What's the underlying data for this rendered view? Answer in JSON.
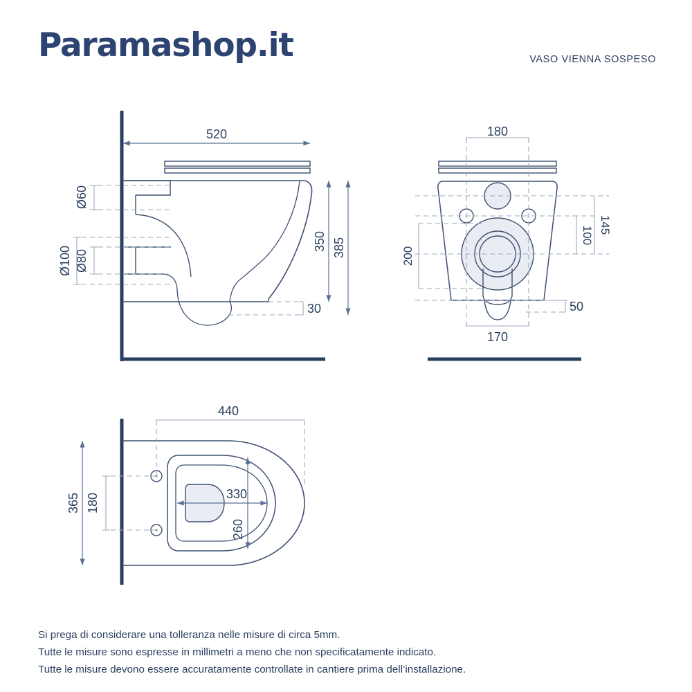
{
  "header": {
    "brand": "Paramashop.it",
    "product_title": "VASO VIENNA SOSPESO"
  },
  "colors": {
    "navy_dark": "#2a3f5f",
    "brand_blue": "#2d4371",
    "line_medium": "#3c5070",
    "dim_line": "#5a6f92",
    "dashed": "#9aa8bd",
    "fill_light": "#e9ecf2"
  },
  "views": {
    "side": {
      "name": "Side elevation",
      "dimensions": {
        "width_overall": "520",
        "inlet_upper": "Ø60",
        "outlet_outer": "Ø100",
        "outlet_inner": "Ø80",
        "height_to_base": "350",
        "height_overall": "385",
        "base_offset": "30"
      }
    },
    "front": {
      "name": "Front elevation",
      "dimensions": {
        "bolt_spacing": "180",
        "inlet_to_outlet": "145",
        "hole_offset": "100",
        "outlet_height": "200",
        "base_offset": "50",
        "outlet_spacing": "170"
      }
    },
    "plan": {
      "name": "Plan / top view",
      "dimensions": {
        "depth_overall": "440",
        "width_overall": "365",
        "bolt_spacing": "180",
        "bowl_length": "330",
        "bowl_width": "260"
      }
    }
  },
  "notes": {
    "line1": "Si prega di considerare una tolleranza nelle misure di circa 5mm.",
    "line2": "Tutte le misure sono espresse in millimetri a meno che non specificatamente indicato.",
    "line3": "Tutte le misure devono essere accuratamente controllate in cantiere prima dell’installazione."
  },
  "chart_data": {
    "type": "table",
    "title": "VASO VIENNA SOSPESO - technical dimensions (mm)",
    "categories": [
      "520",
      "Ø60",
      "Ø100",
      "Ø80",
      "350",
      "385",
      "30",
      "180",
      "145",
      "100",
      "200",
      "50",
      "170",
      "440",
      "365",
      "330",
      "260"
    ],
    "values": [
      520,
      60,
      100,
      80,
      350,
      385,
      30,
      180,
      145,
      100,
      200,
      50,
      170,
      440,
      365,
      330,
      260
    ]
  }
}
